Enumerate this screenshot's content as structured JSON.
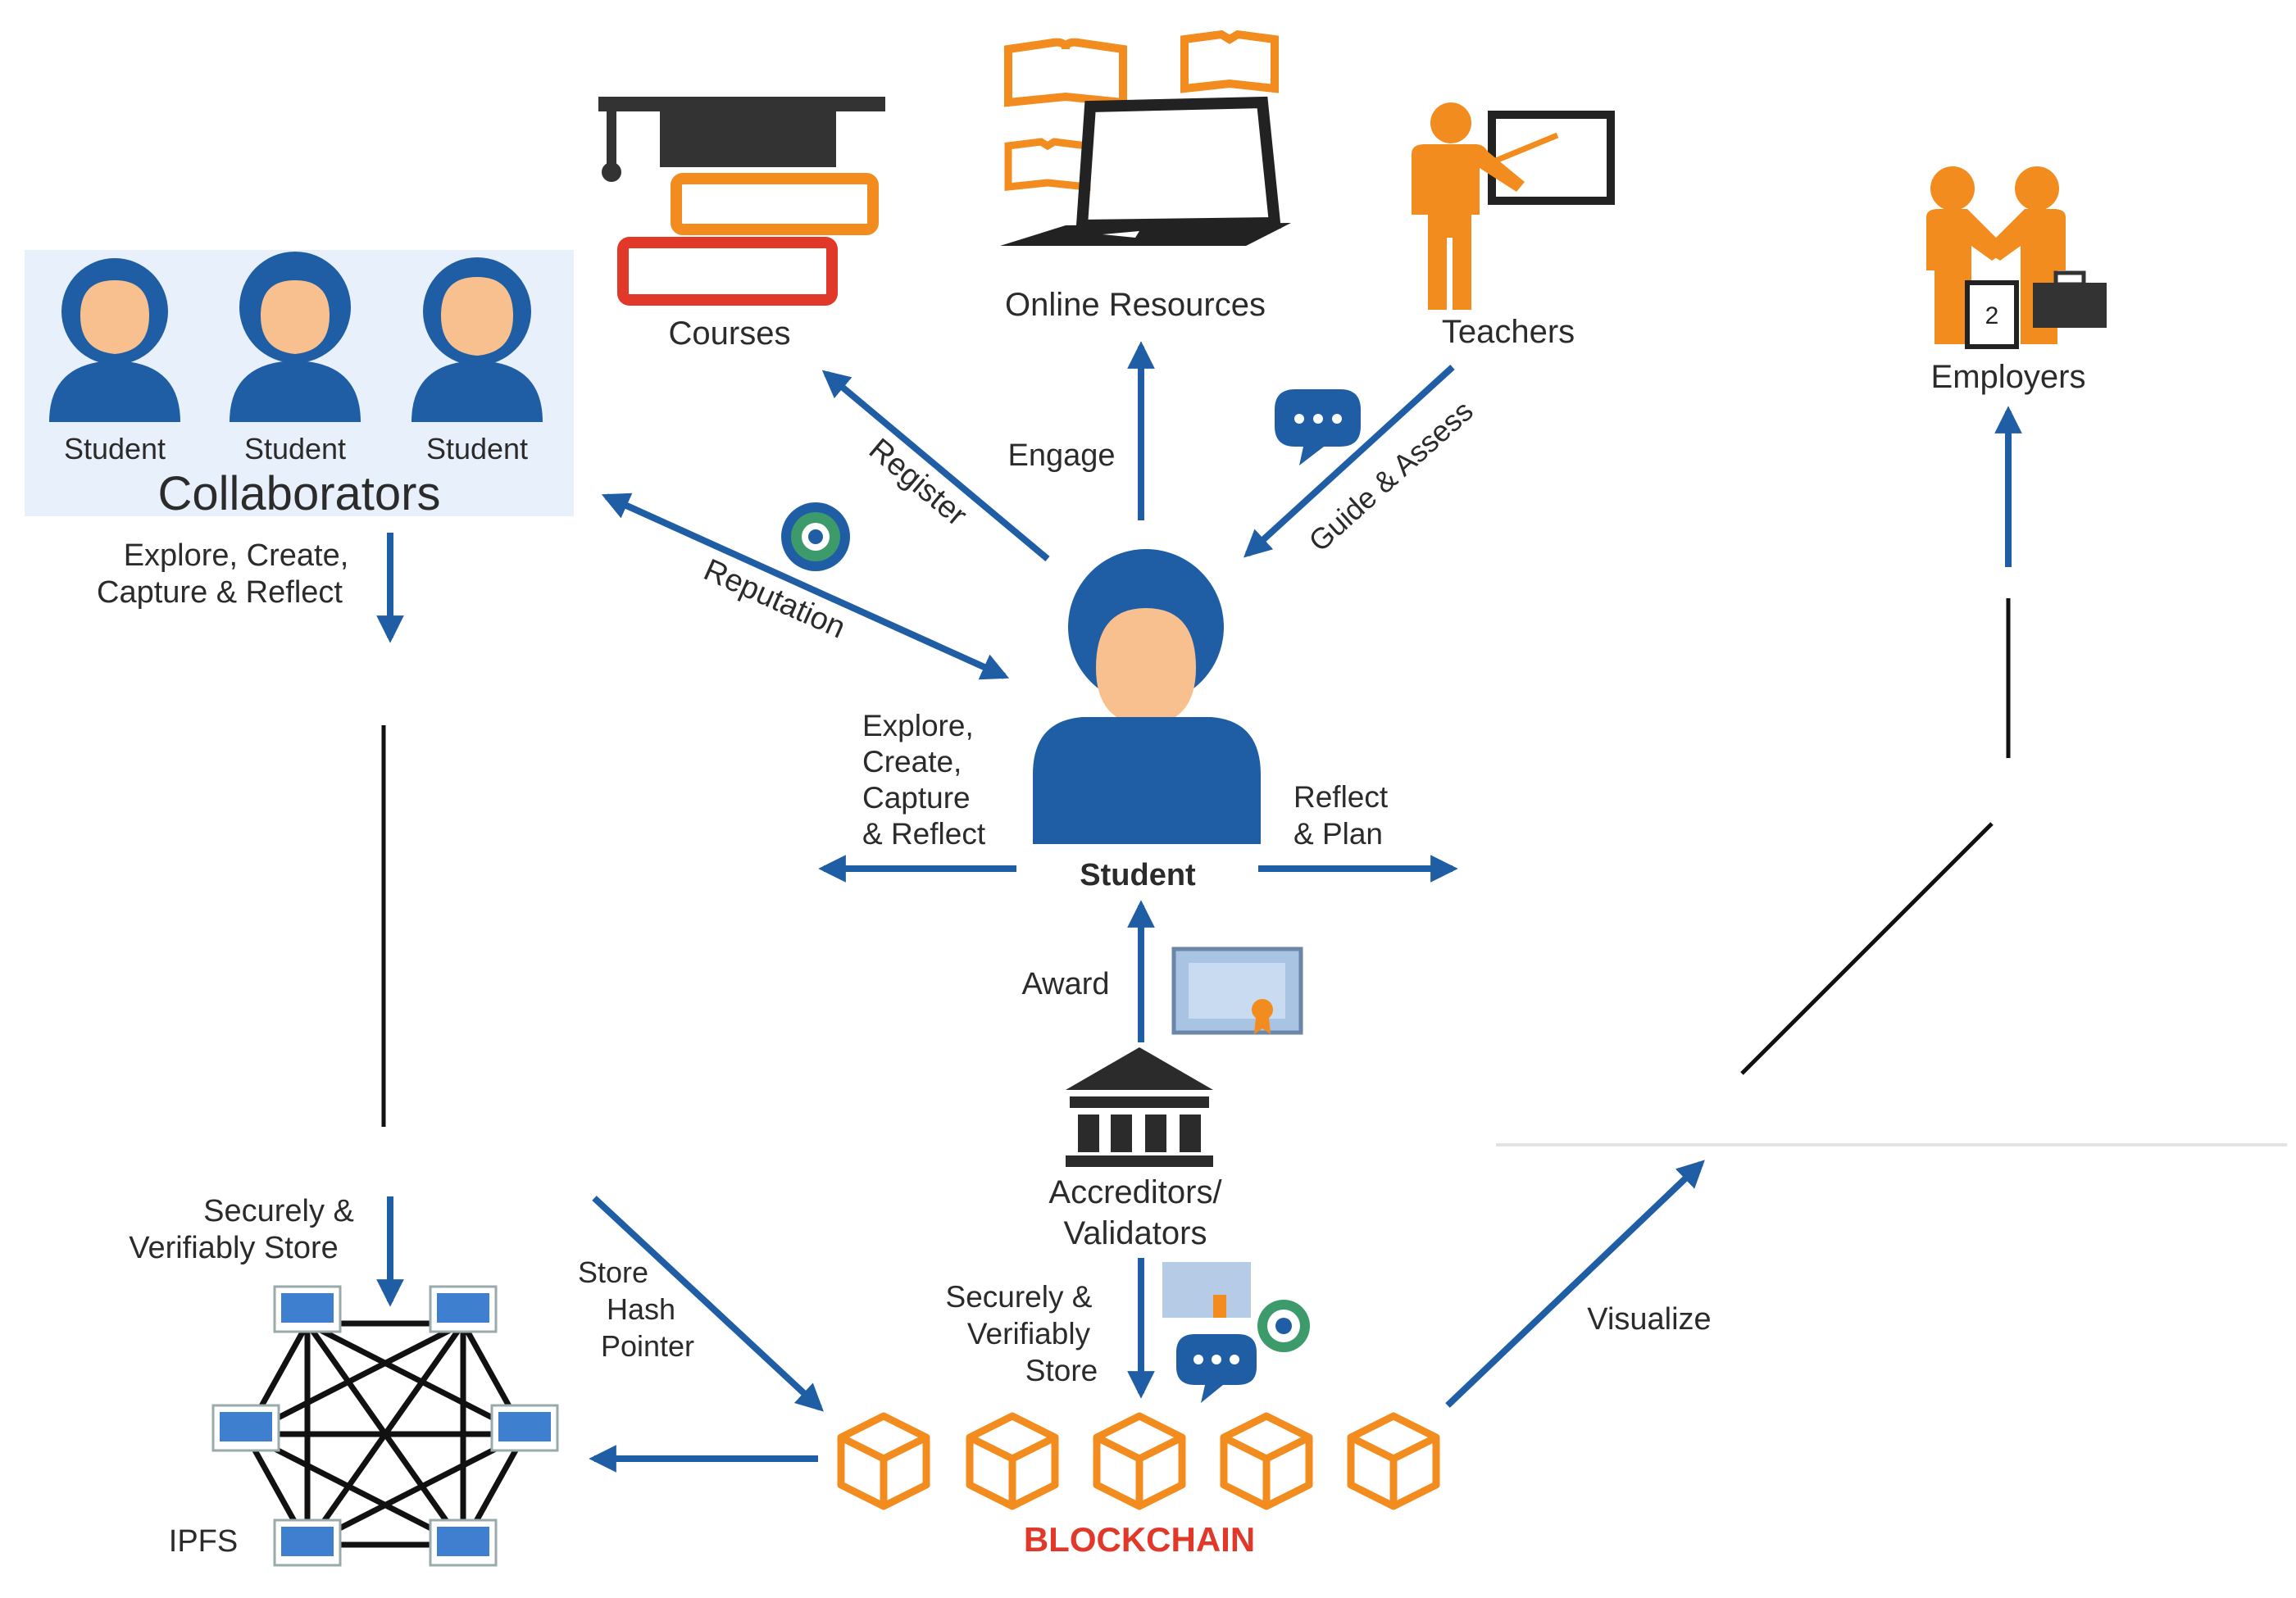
{
  "colors": {
    "blue": "#1f5ea5",
    "orange": "#f28c1e",
    "skin": "#f8c08e",
    "dark": "#2b2b2b",
    "collab_bg": "#e8f1fb",
    "blockchain_red": "#e2382a"
  },
  "nodes": {
    "collaborators": {
      "title": "Collaborators",
      "members": [
        "Student",
        "Student",
        "Student"
      ],
      "icon": "student-group-icon"
    },
    "courses": {
      "label": "Courses",
      "icon": "graduation-cap-books-icon"
    },
    "online_resources": {
      "label": "Online Resources",
      "icon": "laptop-books-icon"
    },
    "teachers": {
      "label": "Teachers",
      "icon": "teacher-board-icon"
    },
    "employers": {
      "label": "Employers",
      "icon": "handshake-icon"
    },
    "student": {
      "label": "Student",
      "icon": "student-icon"
    },
    "accreditors": {
      "line1": "Accreditors/",
      "line2": "Validators",
      "icon": "institution-building-icon"
    },
    "blockchain": {
      "label": "BLOCKCHAIN",
      "icon": "blockchain-cubes-icon",
      "cube_count": 5
    },
    "ipfs": {
      "label": "IPFS",
      "icon": "network-computers-icon"
    }
  },
  "edges": {
    "register": "Register",
    "engage": "Engage",
    "guide_assess": "Guide & Assess",
    "reputation": "Reputation",
    "collab_explore": {
      "line1": "Explore, Create,",
      "line2": "Capture & Reflect"
    },
    "student_explore": {
      "line1": "Explore,",
      "line2": "Create,",
      "line3": "Capture",
      "line4": "& Reflect"
    },
    "reflect_plan": {
      "line1": "Reflect",
      "line2": "& Plan"
    },
    "award": "Award",
    "securely_store_left": {
      "line1": "Securely &",
      "line2": "Verifiably Store"
    },
    "store_hash": {
      "line1": "Store",
      "line2": "Hash",
      "line3": "Pointer"
    },
    "securely_store_center": {
      "line1": "Securely &",
      "line2": "Verifiably",
      "line3": "Store"
    },
    "visualize": "Visualize"
  }
}
